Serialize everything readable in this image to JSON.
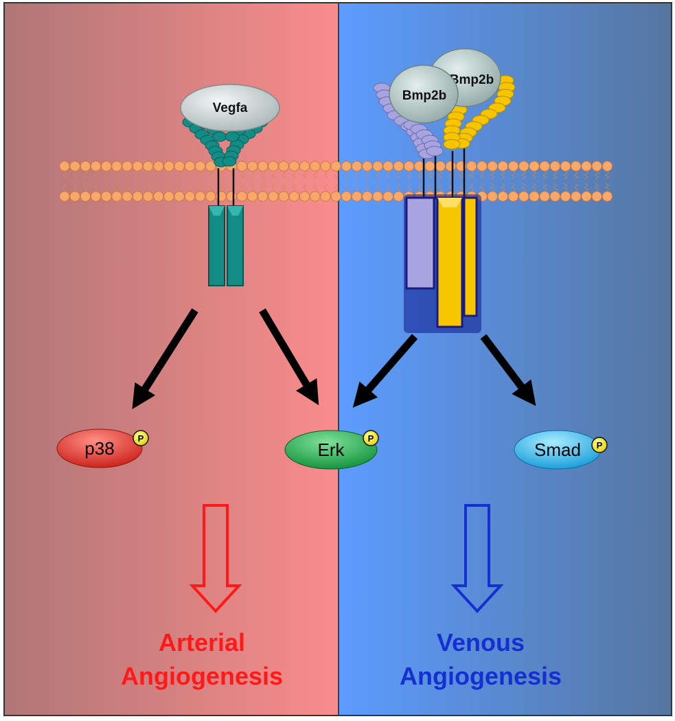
{
  "diagram": {
    "ligands": {
      "left": "Vegfa",
      "right_front": "Bmp2b",
      "right_back": "Bmp2b"
    },
    "phospho_label": "P",
    "nodes": {
      "p38": "p38",
      "erk": "Erk",
      "smad": "Smad"
    },
    "outcomes": {
      "arterial_line1": "Arterial",
      "arterial_line2": "Angiogenesis",
      "venous_line1": "Venous",
      "venous_line2": "Angiogenesis"
    },
    "colors": {
      "arterial": "#ff1a1a",
      "venous": "#1430d0",
      "vegf_receptor": "#1a8a86",
      "bmp_receptor_a": "#a8a4e0",
      "bmp_receptor_b": "#f7c400",
      "p38": "#e8332a",
      "erk": "#1fa84a",
      "smad": "#22b4ea",
      "membrane": "#f7a86a"
    }
  }
}
